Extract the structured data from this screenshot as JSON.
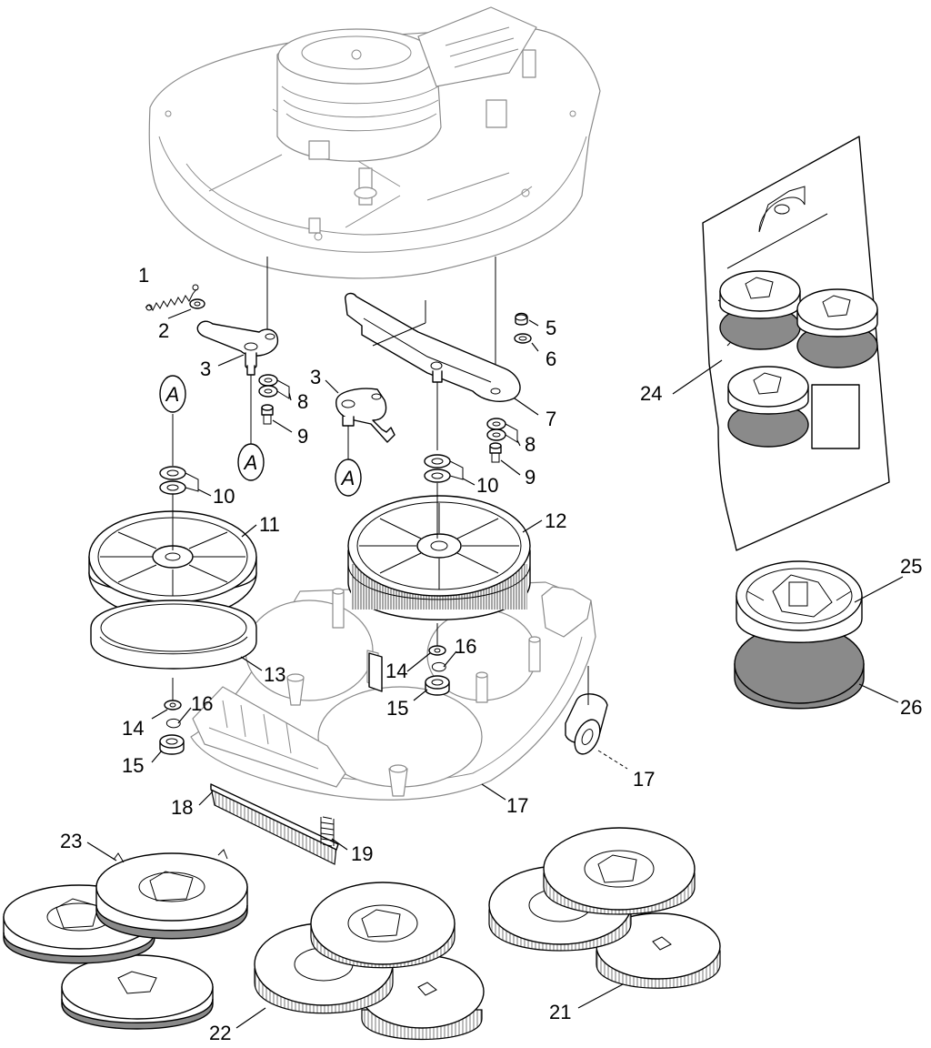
{
  "callouts": {
    "c1": "1",
    "c2": "2",
    "c3a": "3",
    "c3b": "3",
    "c5": "5",
    "c6": "6",
    "c7": "7",
    "c8a": "8",
    "c8b": "8",
    "c9a": "9",
    "c9b": "9",
    "c10a": "10",
    "c10b": "10",
    "c11": "11",
    "c12": "12",
    "c13": "13",
    "c14a": "14",
    "c14b": "14",
    "c15a": "15",
    "c15b": "15",
    "c16a": "16",
    "c16b": "16",
    "c17a": "17",
    "c17b": "17",
    "c18": "18",
    "c19": "19",
    "c21": "21",
    "c22": "22",
    "c23": "23",
    "c24": "24",
    "c25": "25",
    "c26": "26"
  },
  "markers": {
    "a1": "A",
    "a2": "A",
    "a3": "A"
  }
}
